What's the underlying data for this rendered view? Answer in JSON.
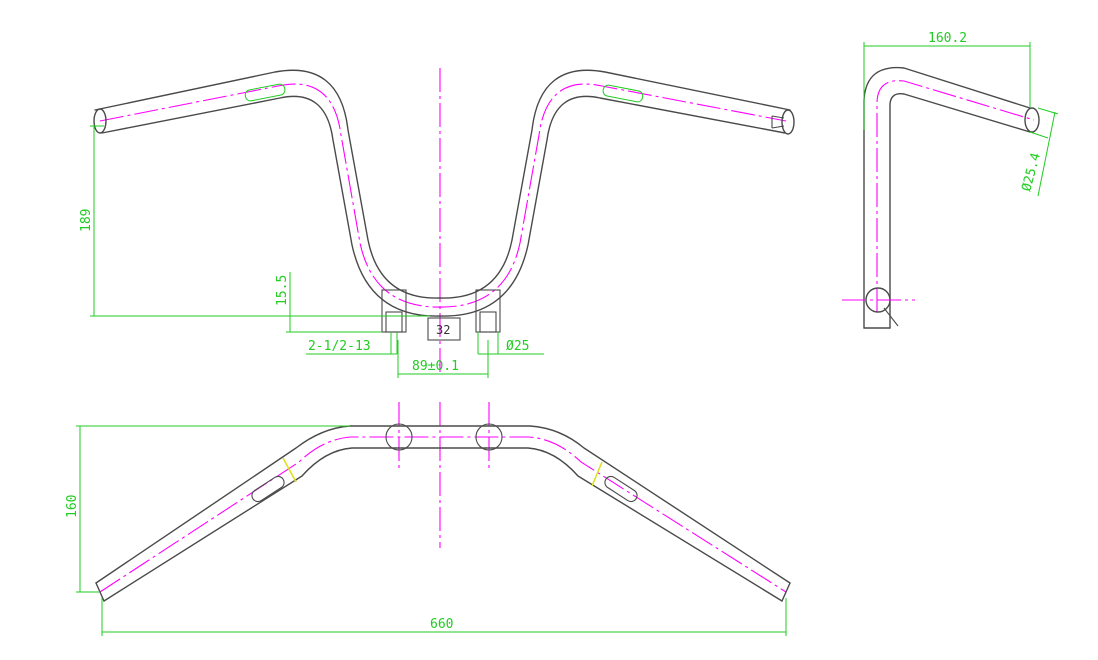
{
  "dimensions": {
    "width_front": "160.2",
    "diameter_side": "Ø25.4",
    "height_rise": "189",
    "clamp_height": "15.5",
    "thread": "2-1/2-13",
    "clamp_width": "32",
    "diameter_clamp": "Ø25",
    "clamp_spacing": "89±0.1",
    "height_pullback": "160",
    "width_overall": "660"
  },
  "colors": {
    "outline": "#4a4a4a",
    "centerline": "#ff00ff",
    "dimension": "#22cc22",
    "weld": "#e0e020"
  }
}
